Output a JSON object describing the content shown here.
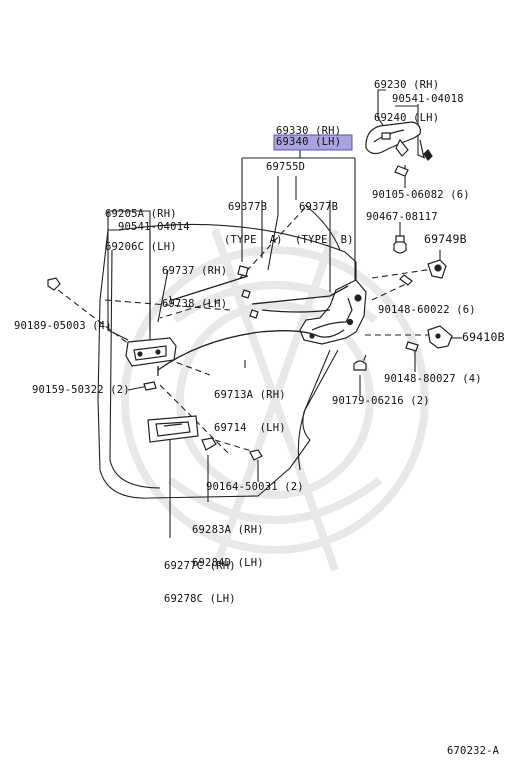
{
  "labels": {
    "p69230": [
      "69230 (RH)",
      "69240 (LH)"
    ],
    "p90541_top": "90541-04018",
    "p69330": "69330 (RH)",
    "p69340": "69340 (LH)",
    "p69755": "69755D",
    "p69377a": [
      "69377B",
      "(TYPE  A)"
    ],
    "p69377b": [
      "69377B",
      "(TYPE  B)"
    ],
    "p69205": [
      "69205A (RH)",
      "69206C (LH)"
    ],
    "p90541_left": "90541-04014",
    "p69737": [
      "69737 (RH)",
      "69738 (LH)"
    ],
    "p90105": "90105-06082 (6)",
    "p90467": "90467-08117",
    "p69749": "69749B",
    "p90148_1": "90148-60022 (6)",
    "p69410": "69410B",
    "p90148_2": "90148-80027 (4)",
    "p90189": "90189-05003 (4)",
    "p69713": [
      "69713A (RH)",
      "69714  (LH)"
    ],
    "p90159": "90159-50322 (2)",
    "p90179": "90179-06216 (2)",
    "p90164": "90164-50031 (2)",
    "p69283": [
      "69283A (RH)",
      "69284D (LH)"
    ],
    "p69277": [
      "69277C (RH)",
      "69278C (LH)"
    ]
  },
  "diagram_id": "670232-A",
  "colors": {
    "line": "#222222",
    "highlight": "#a9a4e0",
    "watermark": "#e6e6e6"
  }
}
